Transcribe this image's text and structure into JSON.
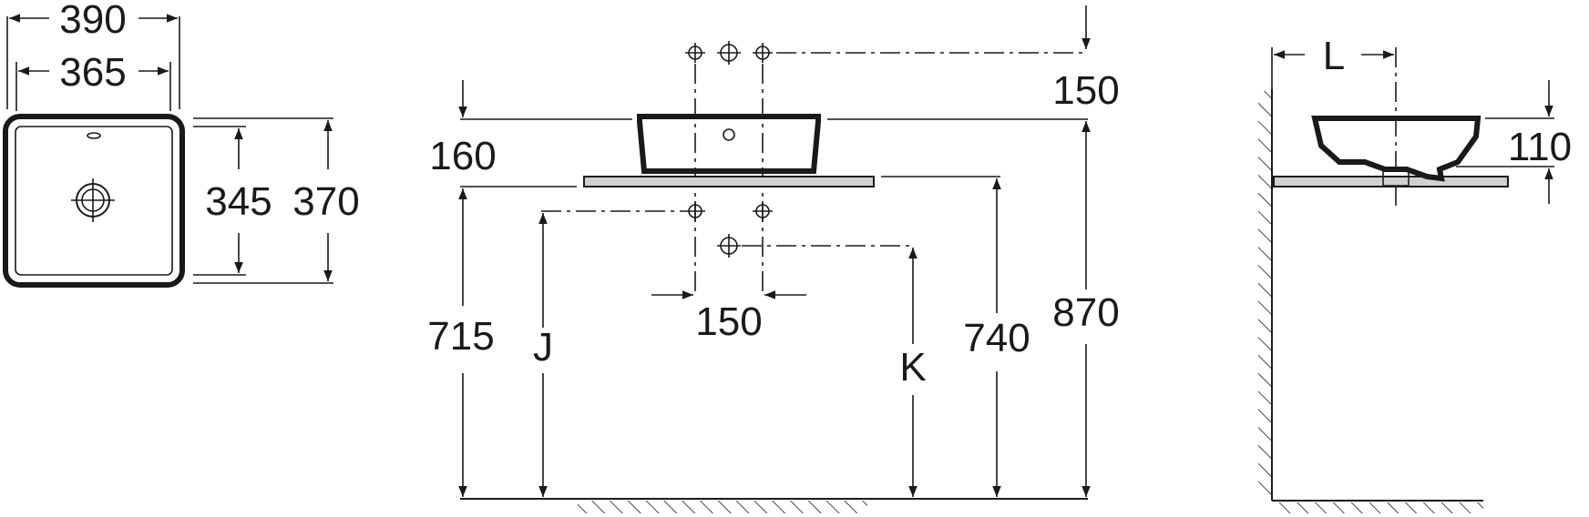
{
  "labels": {
    "top_width_outer": "390",
    "top_width_inner": "365",
    "top_depth_inner": "345",
    "top_depth_outer": "370",
    "front_tap_height": "150",
    "front_basin_height": "160",
    "front_hole_spacing": "150",
    "front_height_715": "715",
    "front_height_740": "740",
    "front_height_870": "870",
    "front_var_j": "J",
    "front_var_k": "K",
    "side_var_l": "L",
    "side_basin_height": "110"
  },
  "colors": {
    "line": "#1a1a1a",
    "countertop": "#d0d0d0",
    "background": "#ffffff"
  }
}
